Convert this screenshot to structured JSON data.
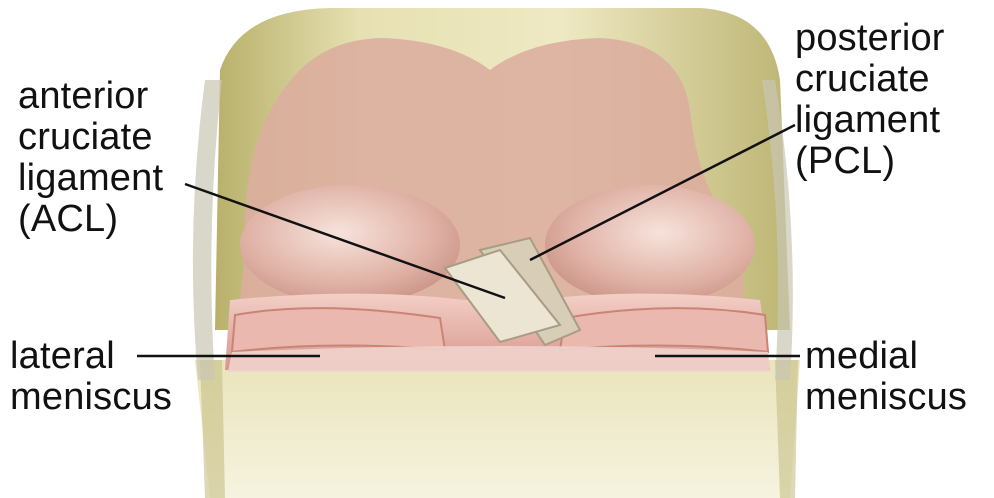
{
  "labels": {
    "acl": [
      "anterior",
      "cruciate",
      "ligament",
      "(ACL)"
    ],
    "pcl": [
      "posterior",
      "cruciate",
      "ligament",
      "(PCL)"
    ],
    "lateral_meniscus": [
      "lateral",
      "meniscus"
    ],
    "medial_meniscus": [
      "medial",
      "meniscus"
    ]
  },
  "colors": {
    "label_text": "#111111",
    "leader_line": "#111111",
    "bone": "#dcd49a",
    "cartilage": "#d8a99a",
    "meniscus": "#e4a9a2",
    "ligament": "#e8e0cf"
  }
}
